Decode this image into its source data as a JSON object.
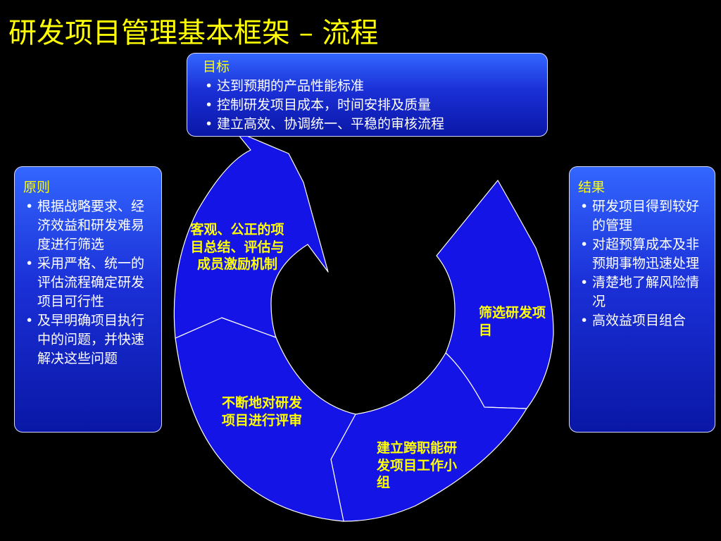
{
  "title": "研发项目管理基本框架 – 流程",
  "goal": {
    "heading": "目标",
    "items": [
      "达到预期的产品性能标准",
      "控制研发项目成本，时间安排及质量",
      "建立高效、协调统一、平稳的审核流程"
    ]
  },
  "principle": {
    "heading": "原则",
    "items": [
      "根据战略要求、经济效益和研发难易度进行筛选",
      "采用严格、统一的评估流程确定研发项目可行性",
      "及早明确项目执行中的问题，并快速解决这些问题"
    ]
  },
  "result": {
    "heading": "结果",
    "items": [
      "研发项目得到较好的管理",
      "对超预算成本及非预期事物迅速处理",
      "清楚地了解风险情况",
      "高效益项目组合"
    ]
  },
  "cycle": {
    "segments": [
      {
        "id": "screen",
        "label": "筛选研发项目"
      },
      {
        "id": "team",
        "label": "建立跨职能研发项目工作小组"
      },
      {
        "id": "review",
        "label": "不断地对研发项目进行评审"
      },
      {
        "id": "evaluate",
        "label": "客观、公正的项目总结、评估与成员激励机制"
      }
    ]
  },
  "colors": {
    "title": "#ffff00",
    "segment_fill": "#1414e6",
    "segment_stroke": "#ffffff",
    "label": "#ffff00"
  }
}
